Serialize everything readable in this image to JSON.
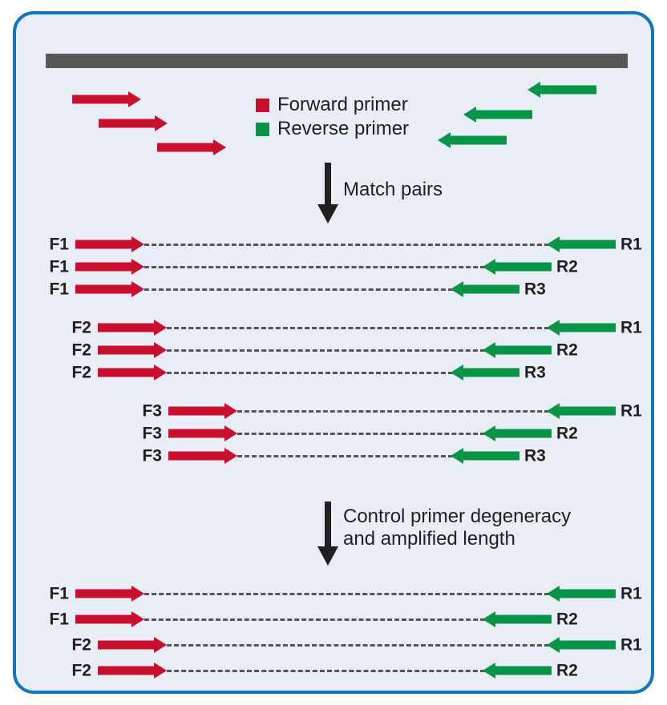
{
  "figure": {
    "background_color": "#e9edf5",
    "border_color": "#1077c2",
    "forward_color": "#c8102e",
    "reverse_color": "#079447",
    "template_color": "#585757",
    "dash_color": "#555456",
    "text_color": "#231f20"
  },
  "legend": {
    "items": [
      {
        "label": "Forward primer",
        "swatch": "forward-primer-swatch",
        "color": "#c8102e"
      },
      {
        "label": "Reverse primer",
        "swatch": "reverse-primer-swatch",
        "color": "#079447"
      }
    ]
  },
  "steps": [
    {
      "caption": "Match pairs",
      "icon": "down-arrow-icon"
    },
    {
      "caption": "Control primer degeneracy\nand amplified length",
      "icon": "down-arrow-icon"
    }
  ],
  "panels": {
    "candidate_pool": {
      "template_label": "target-template-bar",
      "forward_primers": [
        {
          "name": "forward-candidate-1"
        },
        {
          "name": "forward-candidate-2"
        },
        {
          "name": "forward-candidate-3"
        }
      ],
      "reverse_primers": [
        {
          "name": "reverse-candidate-1"
        },
        {
          "name": "reverse-candidate-2"
        },
        {
          "name": "reverse-candidate-3"
        }
      ]
    },
    "matched_pairs": {
      "groups": [
        {
          "forward": "F1",
          "rows": [
            {
              "forward": "F1",
              "reverse": "R1"
            },
            {
              "forward": "F1",
              "reverse": "R2"
            },
            {
              "forward": "F1",
              "reverse": "R3"
            }
          ]
        },
        {
          "forward": "F2",
          "rows": [
            {
              "forward": "F2",
              "reverse": "R1"
            },
            {
              "forward": "F2",
              "reverse": "R2"
            },
            {
              "forward": "F2",
              "reverse": "R3"
            }
          ]
        },
        {
          "forward": "F3",
          "rows": [
            {
              "forward": "F3",
              "reverse": "R1"
            },
            {
              "forward": "F3",
              "reverse": "R2"
            },
            {
              "forward": "F3",
              "reverse": "R3"
            }
          ]
        }
      ]
    },
    "selected_pairs": {
      "rows": [
        {
          "forward": "F1",
          "reverse": "R1"
        },
        {
          "forward": "F1",
          "reverse": "R2"
        },
        {
          "forward": "F2",
          "reverse": "R1"
        },
        {
          "forward": "F2",
          "reverse": "R2"
        }
      ]
    }
  }
}
